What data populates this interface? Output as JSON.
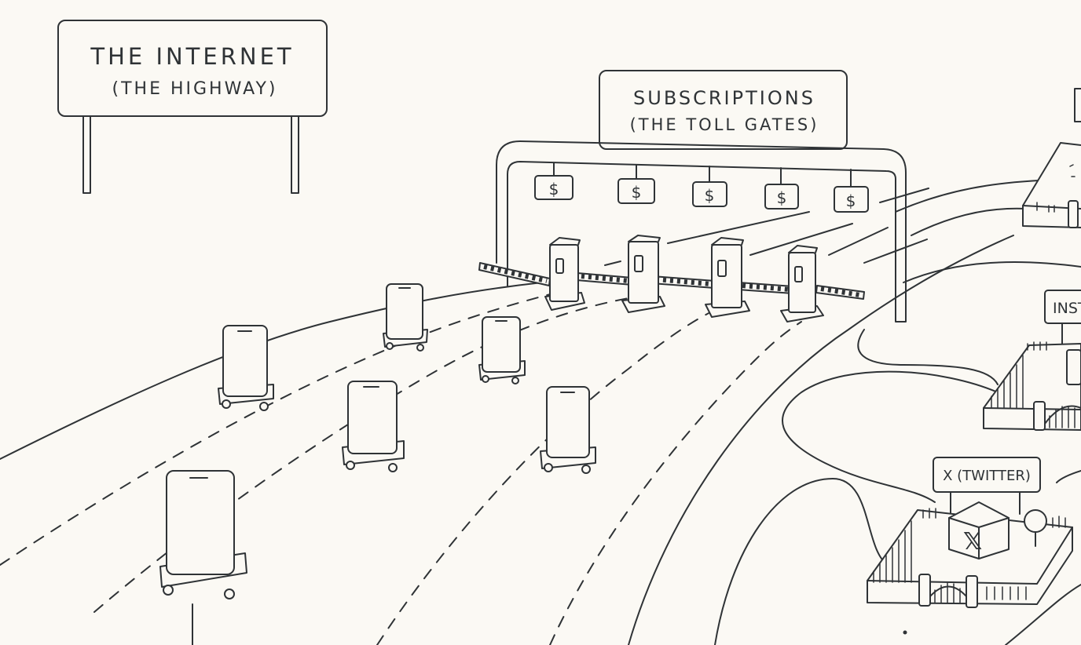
{
  "signs": {
    "internet_title": "THE INTERNET",
    "internet_sub": "(THE HIGHWAY)",
    "subs_title": "SUBSCRIPTIONS",
    "subs_sub": "(THE TOLL GATES)"
  },
  "toll": {
    "dollar": "$"
  },
  "platforms": {
    "instagram_partial": "INST",
    "x_label": "X (TWITTER)",
    "x_logo": "𝕏"
  }
}
